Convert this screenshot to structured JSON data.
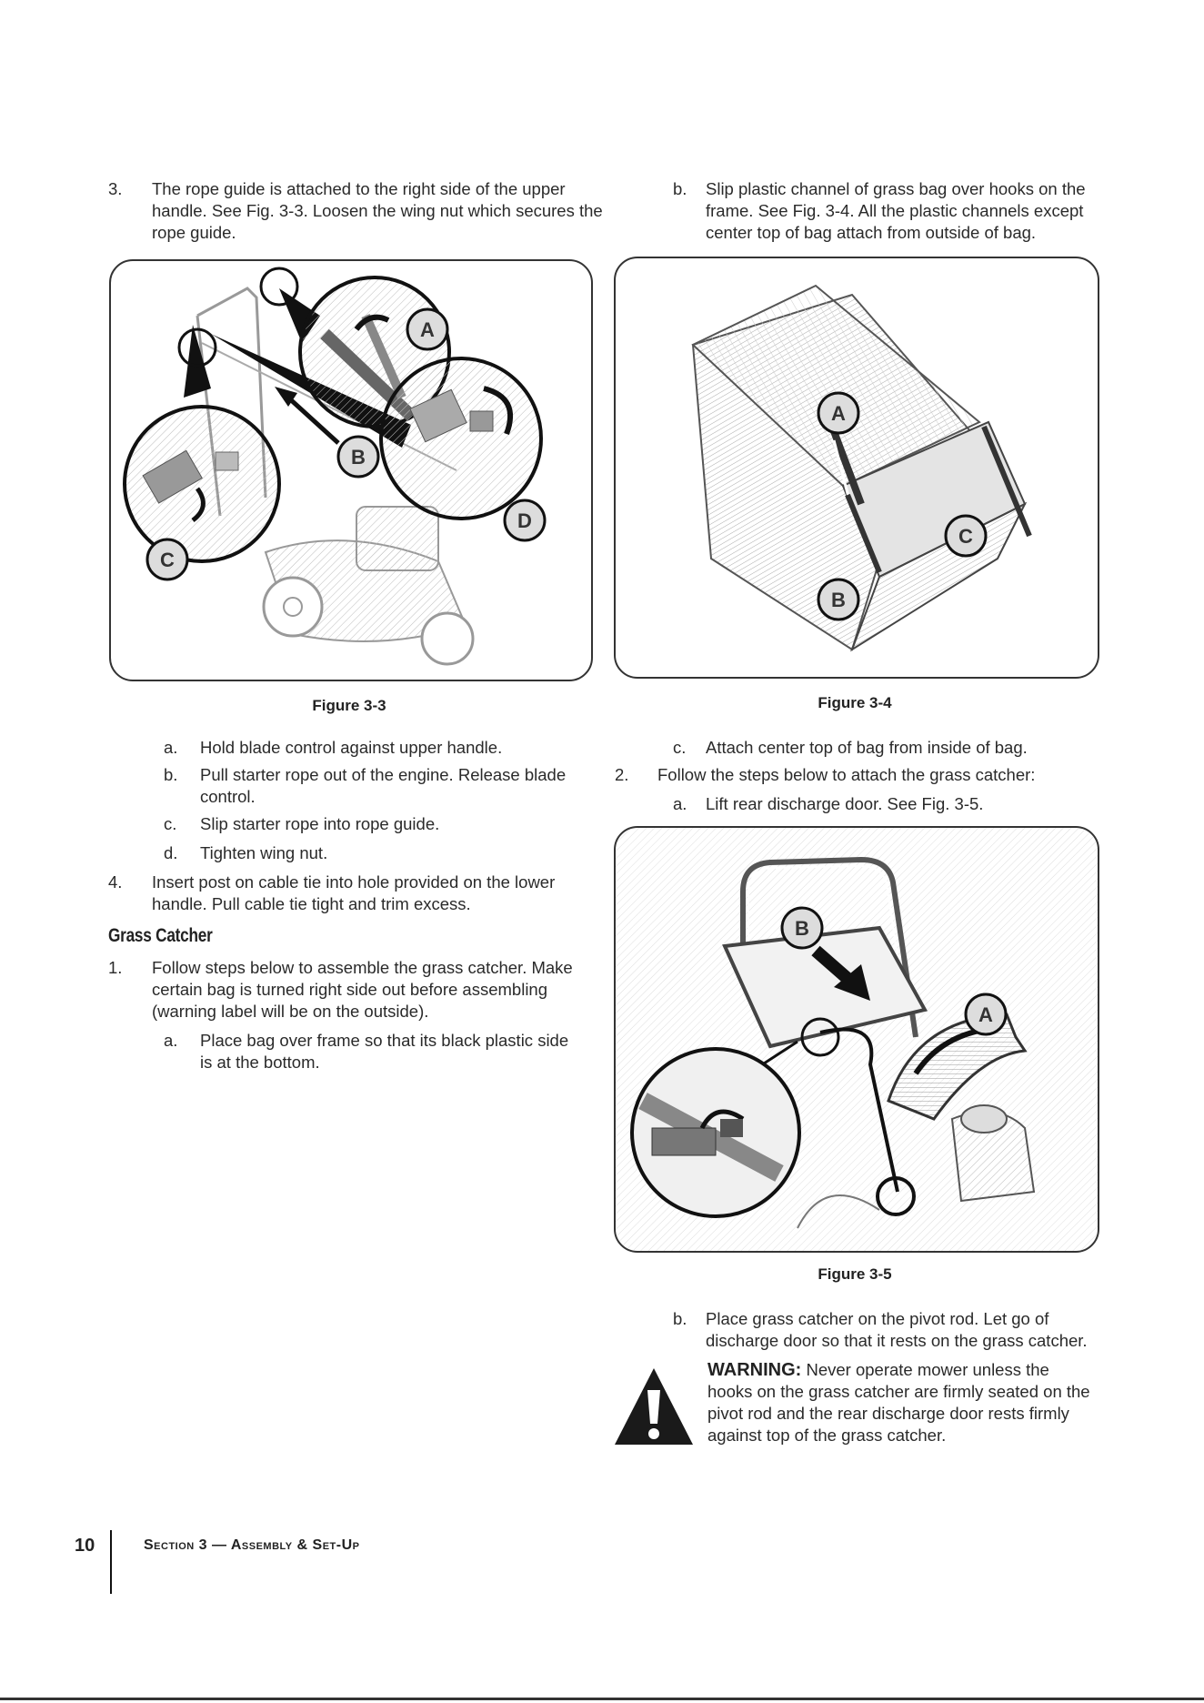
{
  "step3": {
    "num": "3.",
    "text": "The rope guide is attached to the right side of the upper handle. See Fig. 3-3. Loosen the wing nut which secures the rope guide."
  },
  "step_b_top": {
    "num": "b.",
    "text": "Slip plastic channel of grass bag over hooks on the frame. See Fig. 3-4. All the plastic channels except center top of bag attach from outside of bag."
  },
  "fig33": {
    "caption": "Figure 3-3",
    "labels": [
      "A",
      "B",
      "C",
      "D"
    ]
  },
  "fig34": {
    "caption": "Figure 3-4",
    "labels": [
      "A",
      "B",
      "C"
    ]
  },
  "fig35": {
    "caption": "Figure 3-5",
    "labels": [
      "A",
      "B"
    ]
  },
  "substeps3": [
    {
      "num": "a.",
      "text": "Hold blade control against upper handle."
    },
    {
      "num": "b.",
      "text": "Pull starter rope out of the engine. Release blade control."
    },
    {
      "num": "c.",
      "text": "Slip starter rope into rope guide."
    },
    {
      "num": "d.",
      "text": "Tighten wing nut."
    }
  ],
  "step4": {
    "num": "4.",
    "text": "Insert post on cable tie into hole provided on the lower handle. Pull cable tie tight and trim excess."
  },
  "section_heading": "Grass Catcher",
  "gc_step1": {
    "num": "1.",
    "text": "Follow steps below to assemble the grass catcher. Make certain bag is turned right side out before assembling (warning label will be on the outside)."
  },
  "gc_step1a": {
    "num": "a.",
    "text": "Place bag over frame so that its black plastic side is at the bottom."
  },
  "step_c_right": {
    "num": "c.",
    "text": "Attach center top of bag from inside of bag."
  },
  "step2": {
    "num": "2.",
    "text": "Follow the steps below to attach the grass catcher:"
  },
  "step2a": {
    "num": "a.",
    "text": "Lift rear discharge door. See Fig. 3-5."
  },
  "step2b": {
    "num": "b.",
    "text": "Place grass catcher on the pivot rod. Let go of discharge door so that it rests on the grass catcher."
  },
  "warning": {
    "title": "WARNING:",
    "text": "Never operate mower unless the hooks on the grass catcher are firmly seated on the pivot rod and the rear discharge door rests firmly against top of the grass catcher."
  },
  "footer": {
    "page_number": "10",
    "section_text": "Section 3 — Assembly & Set-Up"
  }
}
